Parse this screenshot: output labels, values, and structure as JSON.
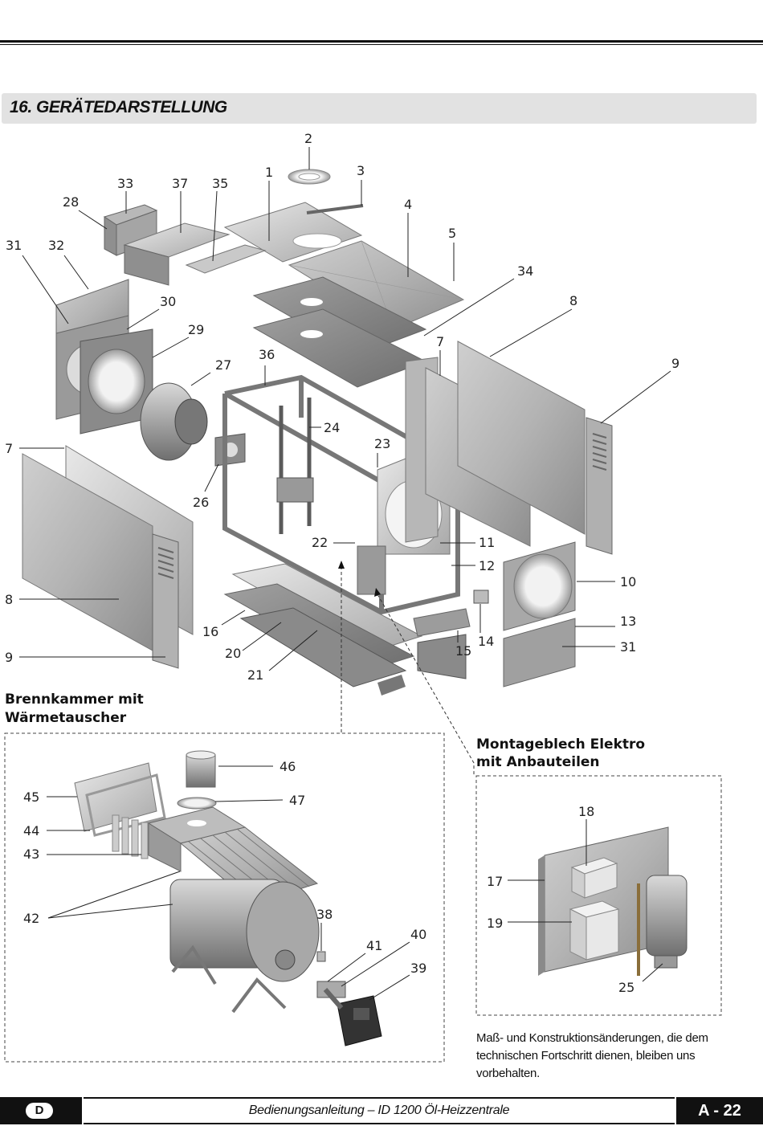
{
  "section": {
    "title": "16. GERÄTEDARSTELLUNG"
  },
  "labels": {
    "n1": "1",
    "n2": "2",
    "n3": "3",
    "n4": "4",
    "n5": "5",
    "n7a": "7",
    "n7b": "7",
    "n8a": "8",
    "n8b": "8",
    "n9a": "9",
    "n9b": "9",
    "n10": "10",
    "n11": "11",
    "n12": "12",
    "n13": "13",
    "n14": "14",
    "n15": "15",
    "n16": "16",
    "n17": "17",
    "n18": "18",
    "n19": "19",
    "n20": "20",
    "n21": "21",
    "n22": "22",
    "n23": "23",
    "n24": "24",
    "n25": "25",
    "n26": "26",
    "n27": "27",
    "n28": "28",
    "n29": "29",
    "n30": "30",
    "n31a": "31",
    "n31b": "31",
    "n32": "32",
    "n33": "33",
    "n34": "34",
    "n35": "35",
    "n36": "36",
    "n37": "37",
    "n38": "38",
    "n39": "39",
    "n40": "40",
    "n41": "41",
    "n42": "42",
    "n43": "43",
    "n44": "44",
    "n45": "45",
    "n46": "46",
    "n47": "47"
  },
  "subsections": {
    "brennkammer_line1": "Brennkammer mit",
    "brennkammer_line2": "Wärmetauscher",
    "montage_line1": "Montageblech Elektro",
    "montage_line2": "mit Anbauteilen"
  },
  "note": "Maß- und Konstruktionsänderungen, die dem technischen Fortschritt dienen, bleiben uns vorbehalten.",
  "footer": {
    "language": "D",
    "title": "Bedienungsanleitung – ID 1200 Öl-Heizzentrale",
    "page": "A - 22"
  }
}
